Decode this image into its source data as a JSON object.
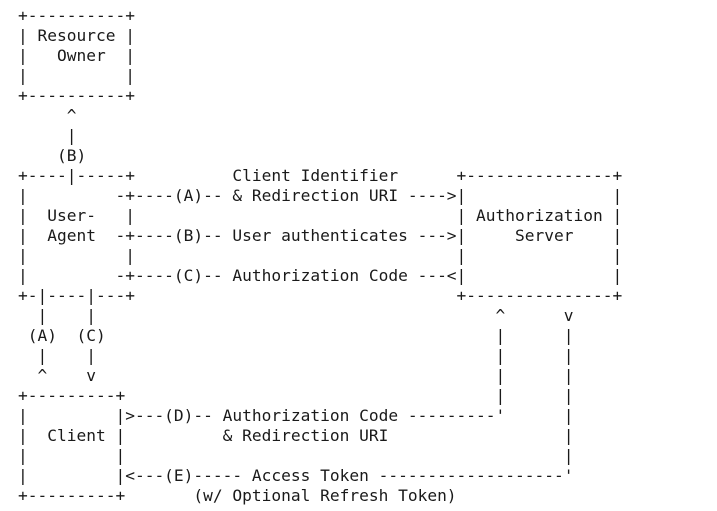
{
  "diagram": {
    "lines": [
      "+----------+",
      "| Resource |",
      "|   Owner  |",
      "|          |",
      "+----------+",
      "     ^",
      "     |",
      "    (B)",
      "+----|-----+          Client Identifier      +---------------+",
      "|         -+----(A)-- & Redirection URI ---->|               |",
      "|  User-   |                                 | Authorization |",
      "|  Agent  -+----(B)-- User authenticates --->|     Server    |",
      "|          |                                 |               |",
      "|         -+----(C)-- Authorization Code ---<|               |",
      "+-|----|---+                                 +---------------+",
      "  |    |                                         ^      v",
      " (A)  (C)                                        |      |",
      "  |    |                                         |      |",
      "  ^    v                                         |      |",
      "+---------+                                      |      |",
      "|         |>---(D)-- Authorization Code ---------'      |",
      "|  Client |          & Redirection URI                  |",
      "|         |                                             |",
      "|         |<---(E)----- Access Token -------------------'",
      "+---------+       (w/ Optional Refresh Token)"
    ]
  }
}
